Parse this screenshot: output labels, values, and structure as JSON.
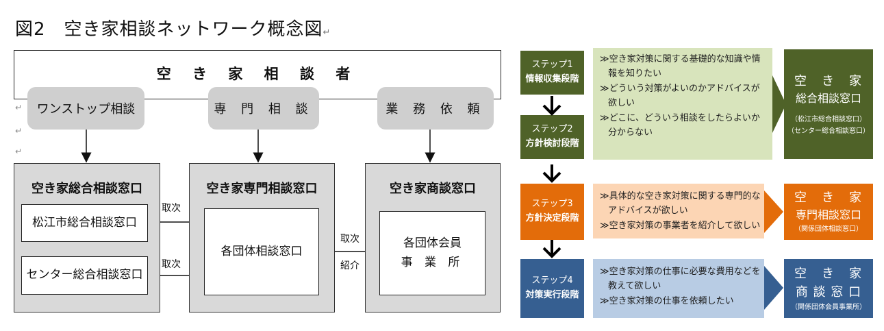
{
  "title": "図2　空き家相談ネットワーク概念図",
  "left": {
    "consultant": "空 き 家 相 談 者",
    "categories": [
      "ワンストップ相談",
      "専 門 相 談",
      "業 務 依 頼"
    ],
    "boxes": [
      {
        "title": "空き家総合相談窓口",
        "items": [
          "松江市総合相談窓口",
          "センター総合相談窓口"
        ]
      },
      {
        "title": "空き家専門相談窓口",
        "items": [
          "各団体相談窓口"
        ]
      },
      {
        "title": "空き家商談窓口",
        "items": [
          "各団体会員",
          "事 業 所"
        ]
      }
    ],
    "labels": {
      "torisugi": "取次",
      "shokai": "紹介"
    }
  },
  "right": {
    "steps": [
      {
        "line1": "ステップ1",
        "line2": "情報収集段階"
      },
      {
        "line1": "ステップ2",
        "line2": "方針検討段階"
      },
      {
        "line1": "ステップ3",
        "line2": "方針決定段階"
      },
      {
        "line1": "ステップ4",
        "line2": "対策実行段階"
      }
    ],
    "needs": [
      [
        "≫空き家対策に関する基礎的な知識や情",
        "報を知りたい",
        "≫どういう対策がよいのかアドバイスが",
        "欲しい",
        "≫どこに、どういう相談をしたらよいか",
        "分からない"
      ],
      [
        "≫具体的な空き家対策に関する専門的な",
        "アドバイスが欲しい",
        "≫空き家対策の事業者を紹介して欲しい"
      ],
      [
        "≫空き家対策の仕事に必要な費用などを",
        "教えて欲しい",
        "≫空き家対策の仕事を依頼したい"
      ]
    ],
    "windows": [
      {
        "line1": "空　き　家",
        "line2": "総合相談窓口",
        "notes": [
          "（松江市総合相談窓口）",
          "（センター総合相談窓口）"
        ]
      },
      {
        "line1": "空　き　家",
        "line2": "専門相談窓口",
        "notes": [
          "（関係団体相談窓口）"
        ]
      },
      {
        "line1": "空　き　家",
        "line2": "商 談 窓 口",
        "notes": [
          "（関係団体会員事業所）"
        ]
      }
    ]
  },
  "colors": {
    "green_dark": "#4f6228",
    "green_light": "#d8e4bc",
    "orange": "#e36c0a",
    "orange_light": "#fcd5b4",
    "blue_dark": "#365f91",
    "blue_light": "#b8cce4",
    "gray_box": "#d9d9d9",
    "gray_cat": "#cfcfcf"
  }
}
